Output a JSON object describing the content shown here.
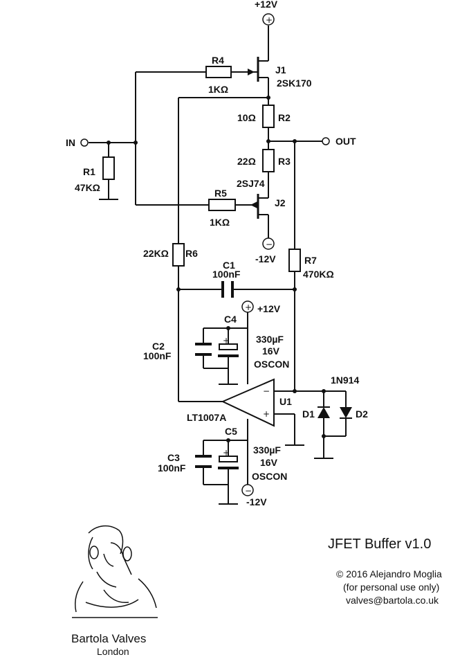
{
  "rails": {
    "top_supply": "+12V",
    "j2_supply": "-12V",
    "opamp_pos_supply": "+12V",
    "opamp_neg_supply": "-12V"
  },
  "terminals": {
    "input": "IN",
    "output": "OUT"
  },
  "components": {
    "r1": {
      "ref": "R1",
      "value": "47KΩ"
    },
    "r2": {
      "ref": "R2",
      "value": "10Ω"
    },
    "r3": {
      "ref": "R3",
      "value": "22Ω"
    },
    "r4": {
      "ref": "R4",
      "value": "1KΩ"
    },
    "r5": {
      "ref": "R5",
      "value": "1KΩ"
    },
    "r6": {
      "ref": "R6",
      "value": "22KΩ"
    },
    "r7": {
      "ref": "R7",
      "value": "470KΩ"
    },
    "j1": {
      "ref": "J1",
      "part": "2SK170"
    },
    "j2": {
      "ref": "J2",
      "part": "2SJ74"
    },
    "c1": {
      "ref": "C1",
      "value": "100nF"
    },
    "c2": {
      "ref": "C2",
      "value": "100nF"
    },
    "c3": {
      "ref": "C3",
      "value": "100nF"
    },
    "c4": {
      "ref": "C4",
      "value": "330µF",
      "voltage": "16V",
      "type": "OSCON"
    },
    "c5": {
      "ref": "C5",
      "value": "330µF",
      "voltage": "16V",
      "type": "OSCON"
    },
    "u1": {
      "ref": "U1",
      "part": "LT1007A",
      "minus_pin": "−",
      "plus_pin": "+"
    },
    "d1": {
      "ref": "D1"
    },
    "d2": {
      "ref": "D2"
    },
    "diode_part": "1N914"
  },
  "symbols": {
    "plus": "+",
    "minus": "−",
    "cap_polarity": "+"
  },
  "footer": {
    "title": "JFET Buffer v1.0",
    "copyright": "© 2016 Alejandro Moglia",
    "license": "(for personal use only)",
    "email": "valves@bartola.co.uk",
    "brand": "Bartola Valves",
    "city": "London"
  }
}
